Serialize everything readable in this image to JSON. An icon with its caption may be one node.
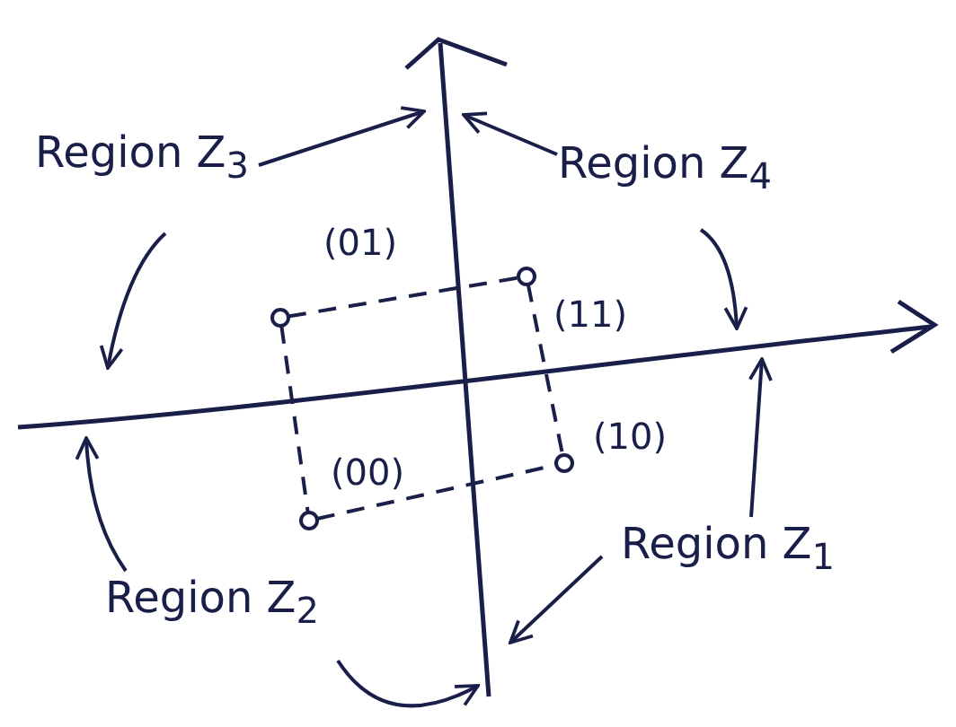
{
  "diagram": {
    "nodes": [
      {
        "text": [
          "Region Z$_{3}$"
        ]
      },
      {
        "text": [
          "Region Z$_{4}$"
        ]
      },
      {
        "text": [],
        "shape": "circle",
        "beside": [
          "(01)"
        ]
      },
      {
        "text": [],
        "shape": "circle",
        "beside": [
          "(11)"
        ]
      },
      {
        "text": [],
        "shape": "circle",
        "beside": [
          "(00)"
        ]
      },
      {
        "text": [],
        "shape": "circle",
        "beside": [
          "(10)"
        ]
      },
      {
        "text": [
          "Region Z$_{2}$"
        ]
      },
      {
        "text": [
          "Region Z$_{1}$"
        ]
      }
    ],
    "edges": [
      {
        "from": 0,
        "to": null,
        "arrow": "to"
      },
      {
        "from": 0,
        "to": null,
        "arrow": "to"
      },
      {
        "from": 1,
        "to": null,
        "arrow": "to"
      },
      {
        "from": 1,
        "to": null,
        "arrow": "to"
      },
      {
        "from": 2,
        "to": 3,
        "arrow": "none",
        "style": "dashed"
      },
      {
        "from": 2,
        "to": 4,
        "arrow": "none",
        "style": "dashed"
      },
      {
        "from": 3,
        "to": 5,
        "arrow": "none",
        "style": "dashed"
      },
      {
        "from": 4,
        "to": 5,
        "arrow": "none",
        "style": "dashed"
      },
      {
        "from": 6,
        "to": null,
        "arrow": "to"
      },
      {
        "from": 6,
        "to": null,
        "arrow": "to"
      },
      {
        "from": 7,
        "to": null,
        "arrow": "to"
      },
      {
        "from": 7,
        "to": null,
        "arrow": "to"
      }
    ]
  }
}
